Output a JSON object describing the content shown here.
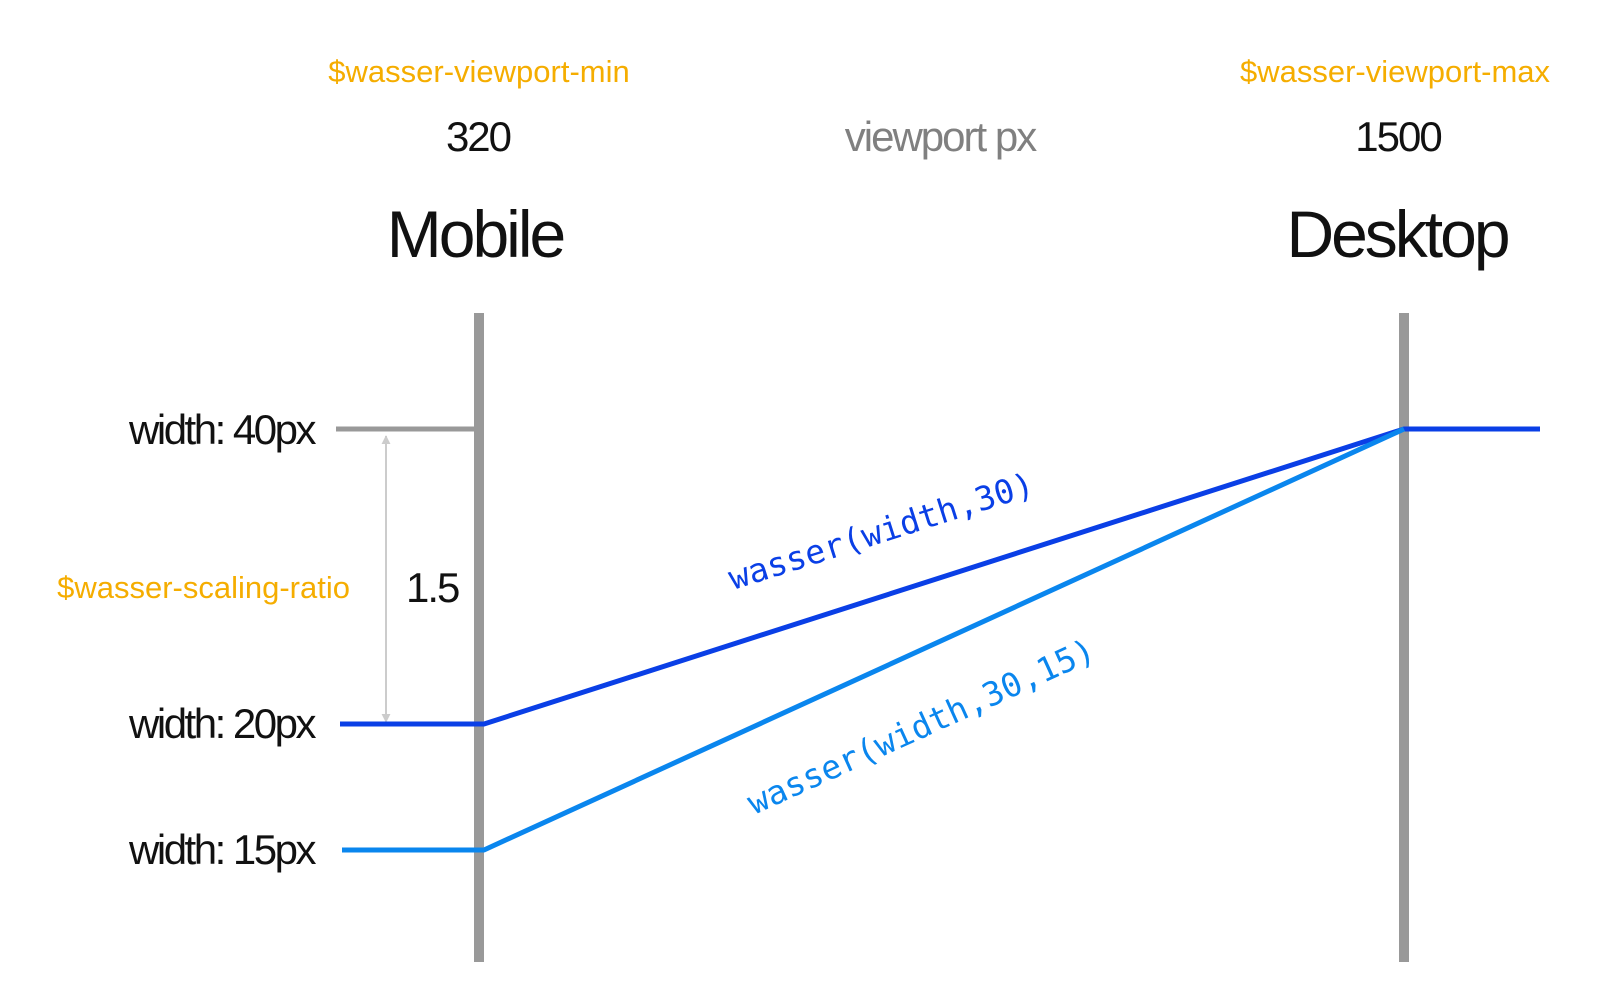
{
  "viewport": {
    "min_var": "$wasser-viewport-min",
    "max_var": "$wasser-viewport-max",
    "min_value": "320",
    "max_value": "1500",
    "unit_label": "viewport px",
    "min_device": "Mobile",
    "max_device": "Desktop"
  },
  "widths": {
    "max": "width: 40px",
    "mid": "width: 20px",
    "min": "width: 15px"
  },
  "scaling": {
    "var": "$wasser-scaling-ratio",
    "value": "1.5"
  },
  "functions": {
    "primary": "wasser(width,30)",
    "secondary": "wasser(width,30,15)"
  },
  "colors": {
    "axis": "#999999",
    "variable_label": "#f5ad00",
    "primary_line": "#0a3fe6",
    "secondary_line": "#0a86ee",
    "dimension_arrow": "#cccccc"
  }
}
